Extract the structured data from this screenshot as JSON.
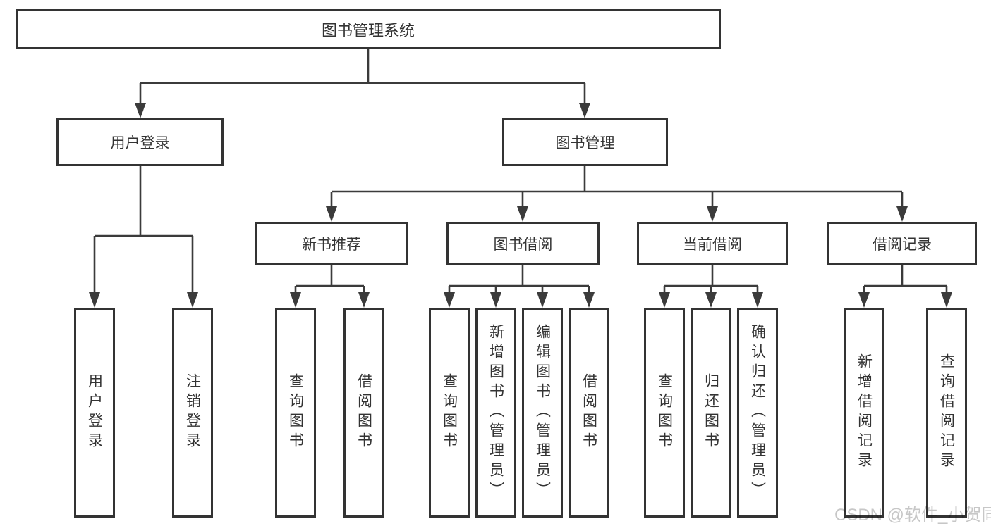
{
  "diagram": {
    "type": "tree",
    "title": "图书管理系统",
    "nodes": {
      "root": {
        "label": "图书管理系统"
      },
      "user_login": {
        "label": "用户登录"
      },
      "book_mgmt": {
        "label": "图书管理"
      },
      "new_books": {
        "label": "新书推荐"
      },
      "borrowing": {
        "label": "图书借阅"
      },
      "current": {
        "label": "当前借阅"
      },
      "records": {
        "label": "借阅记录"
      },
      "leaf_login": {
        "label": "用户登录"
      },
      "leaf_logout": {
        "label": "注销登录"
      },
      "leaf_nb_query": {
        "label": "查询图书"
      },
      "leaf_nb_borrow": {
        "label": "借阅图书"
      },
      "leaf_bb_query": {
        "label": "查询图书"
      },
      "leaf_bb_add": {
        "label": "新增图书（管理员）"
      },
      "leaf_bb_edit": {
        "label": "编辑图书（管理员）"
      },
      "leaf_bb_borrow": {
        "label": "借阅图书"
      },
      "leaf_cb_query": {
        "label": "查询图书"
      },
      "leaf_cb_return": {
        "label": "归还图书"
      },
      "leaf_cb_confirm": {
        "label": "确认归还（管理员）"
      },
      "leaf_br_add": {
        "label": "新增借阅记录"
      },
      "leaf_br_query": {
        "label": "查询借阅记录"
      }
    },
    "edges": [
      [
        "root",
        "user_login"
      ],
      [
        "root",
        "book_mgmt"
      ],
      [
        "user_login",
        "leaf_login"
      ],
      [
        "user_login",
        "leaf_logout"
      ],
      [
        "book_mgmt",
        "new_books"
      ],
      [
        "book_mgmt",
        "borrowing"
      ],
      [
        "book_mgmt",
        "current"
      ],
      [
        "book_mgmt",
        "records"
      ],
      [
        "new_books",
        "leaf_nb_query"
      ],
      [
        "new_books",
        "leaf_nb_borrow"
      ],
      [
        "borrowing",
        "leaf_bb_query"
      ],
      [
        "borrowing",
        "leaf_bb_add"
      ],
      [
        "borrowing",
        "leaf_bb_edit"
      ],
      [
        "borrowing",
        "leaf_bb_borrow"
      ],
      [
        "current",
        "leaf_cb_query"
      ],
      [
        "current",
        "leaf_cb_return"
      ],
      [
        "current",
        "leaf_cb_confirm"
      ],
      [
        "records",
        "leaf_br_add"
      ],
      [
        "records",
        "leaf_br_query"
      ]
    ]
  },
  "watermark": {
    "text": "CSDN @软件_小贺同学"
  },
  "colors": {
    "line": "#3b3b3b",
    "box_border": "#333333",
    "text": "#333333",
    "background": "#ffffff",
    "watermark": "#c7c7c7"
  }
}
